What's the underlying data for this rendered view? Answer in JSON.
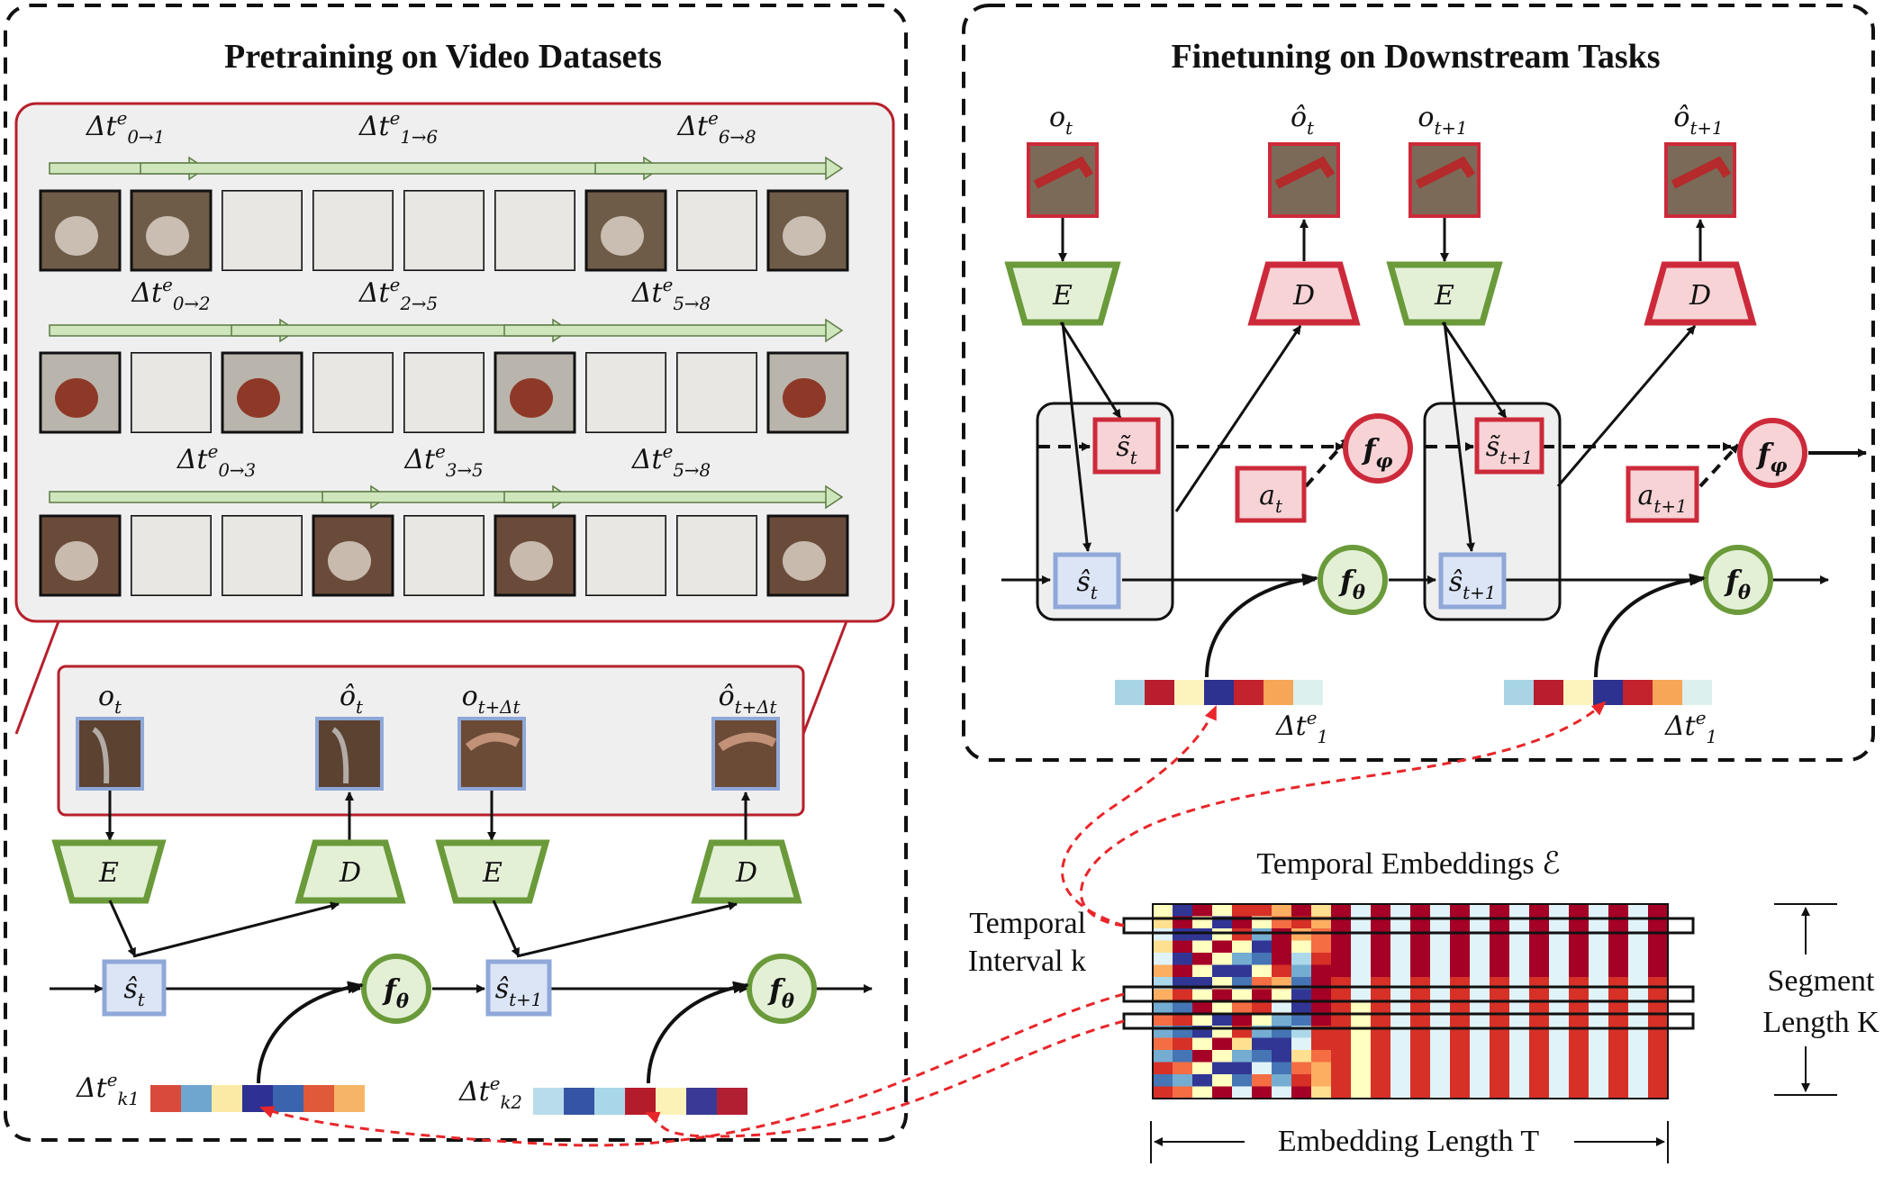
{
  "panels": {
    "pretraining": {
      "title": "Pretraining on Video Datasets",
      "rows": [
        {
          "labels": [
            "Δt^e_{0→1}",
            "Δt^e_{1→6}",
            "Δt^e_{6→8}"
          ],
          "active_frames": [
            0,
            1,
            6,
            8
          ],
          "frame_color": "#6e5b48"
        },
        {
          "labels": [
            "Δt^e_{0→2}",
            "Δt^e_{2→5}",
            "Δt^e_{5→8}"
          ],
          "active_frames": [
            0,
            2,
            5,
            8
          ],
          "frame_color": "#b9b5ac"
        },
        {
          "labels": [
            "Δt^e_{0→3}",
            "Δt^e_{3→5}",
            "Δt^e_{5→8}"
          ],
          "active_frames": [
            0,
            3,
            5,
            8
          ],
          "frame_color": "#6a4b3a"
        }
      ],
      "obs_labels": [
        "o_t",
        "ô_t",
        "o_{t+Δt}",
        "ô_{t+Δt}"
      ],
      "encoder_label": "E",
      "decoder_label": "D",
      "state_labels": [
        "ŝ_t",
        "ŝ_{t+1}"
      ],
      "dynamics_label": "f_θ",
      "interval_labels": [
        "Δt^e_{k1}",
        "Δt^e_{k2}"
      ],
      "embed_cells_1": [
        "#d94a3b",
        "#6fa6cf",
        "#fbe9a6",
        "#2e3191",
        "#3a64ae",
        "#e05a3a",
        "#f6b466"
      ],
      "embed_cells_2": [
        "#b9dcea",
        "#3554a5",
        "#a9d6e8",
        "#b51c2b",
        "#fcf2b7",
        "#3a3a96",
        "#b21f33"
      ]
    },
    "finetuning": {
      "title": "Finetuning on Downstream Tasks",
      "obs_labels": [
        "o_t",
        "ô_t",
        "o_{t+1}",
        "ô_{t+1}"
      ],
      "encoder_label": "E",
      "decoder_label": "D",
      "tilde_state_labels": [
        "s̃_t",
        "s̃_{t+1}"
      ],
      "hat_state_labels": [
        "ŝ_t",
        "ŝ_{t+1}"
      ],
      "action_labels": [
        "a_t",
        "a_{t+1}"
      ],
      "policy_label": "f_φ",
      "dynamics_label": "f_θ",
      "interval_labels": [
        "Δt^e_1",
        "Δt^e_1"
      ],
      "embed_cells": [
        "#a9d4e6",
        "#b81e2d",
        "#fdf3bd",
        "#2d3190",
        "#c2232d",
        "#f7a556",
        "#dcf0ee"
      ]
    }
  },
  "embeddings": {
    "title": "Temporal Embeddings ℰ",
    "left_label_line1": "Temporal",
    "left_label_line2": "Interval k",
    "right_label_line1": "Segment",
    "right_label_line2": "Length K",
    "bottom_label": "Embedding Length T"
  },
  "colors": {
    "encoder_green": "#6a9a3a",
    "encoder_fill": "#e3f0d6",
    "decoder_red": "#cc2a3a",
    "decoder_fill": "#f7d3d6",
    "state_blue": "#8fa8d8",
    "state_fill": "#dbe5f6",
    "dashed_red": "#e8262a"
  }
}
